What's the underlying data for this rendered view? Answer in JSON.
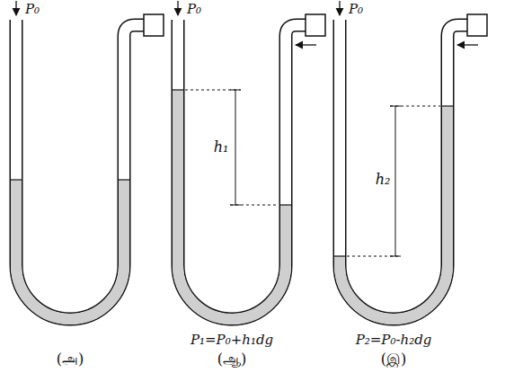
{
  "diagram": {
    "labels": [
      "P₀",
      "P₀",
      "P₀",
      "h₁",
      "h₂",
      "P₁=P₀+h₁dg",
      "P₂=P₀-h₂dg",
      "(அ)",
      "(ஆ)",
      "(இ)"
    ]
  }
}
